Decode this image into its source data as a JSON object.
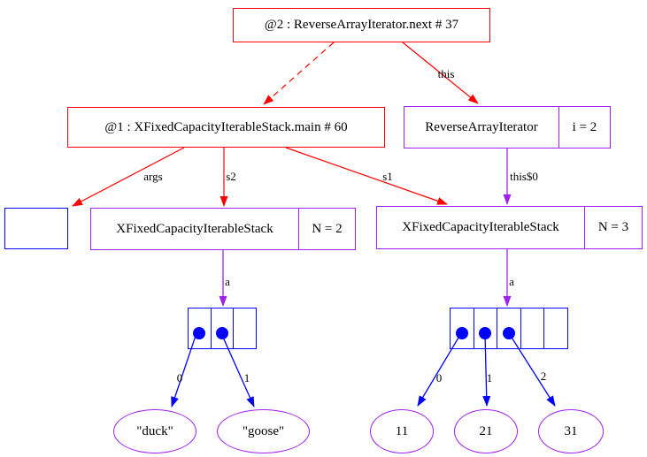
{
  "diagram": {
    "frames": {
      "frame2": "@2 : ReverseArrayIterator.next # 37",
      "frame1": "@1 : XFixedCapacityIterableStack.main # 60"
    },
    "objects": {
      "iterator": {
        "class_name": "ReverseArrayIterator",
        "field": "i = 2"
      },
      "stack2": {
        "class_name": "XFixedCapacityIterableStack",
        "field": "N = 2"
      },
      "stack3": {
        "class_name": "XFixedCapacityIterableStack",
        "field": "N = 3"
      }
    },
    "edge_labels": {
      "this": "this",
      "args": "args",
      "s2": "s2",
      "s1": "s1",
      "this_outer": "this$0",
      "a": "a",
      "i0": "0",
      "i1": "1",
      "i2": "2"
    },
    "values": {
      "duck": "\"duck\"",
      "goose": "\"goose\"",
      "n11": "11",
      "n21": "21",
      "n31": "31"
    },
    "arrays": {
      "left": {
        "cells": 3,
        "dots": [
          0,
          1
        ]
      },
      "right": {
        "cells": 5,
        "dots": [
          0,
          1,
          2
        ]
      }
    },
    "colors": {
      "frame_border": "#ff0000",
      "object_border": "#a020f0",
      "array_border": "#0000ff",
      "frame_edge": "#ff0000",
      "field_edge": "#a020f0",
      "element_edge": "#0000ff"
    }
  }
}
